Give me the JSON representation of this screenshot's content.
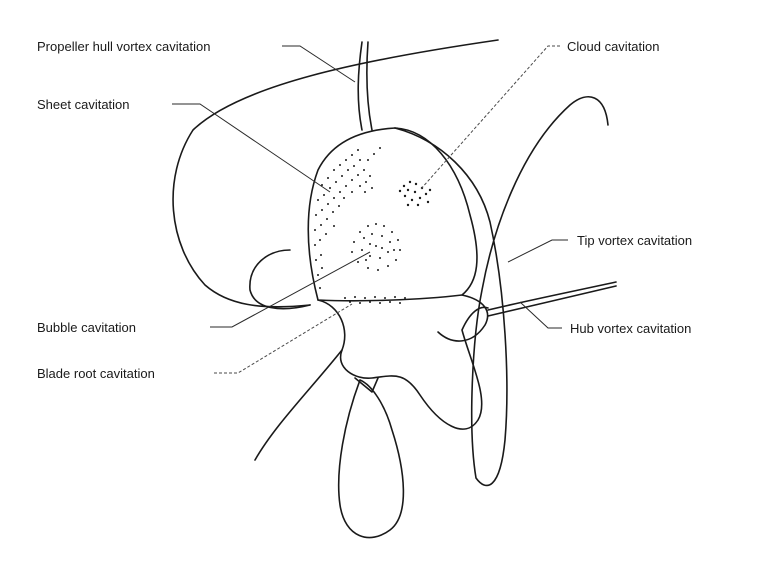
{
  "diagram": {
    "labels": {
      "propeller_hull_vortex": "Propeller hull vortex cavitation",
      "sheet": "Sheet cavitation",
      "cloud": "Cloud cavitation",
      "tip_vortex": "Tip vortex cavitation",
      "bubble": "Bubble cavitation",
      "hub_vortex": "Hub vortex cavitation",
      "blade_root": "Blade root cavitation"
    },
    "colors": {
      "ink": "#1a1a1a",
      "background": "#ffffff"
    }
  }
}
